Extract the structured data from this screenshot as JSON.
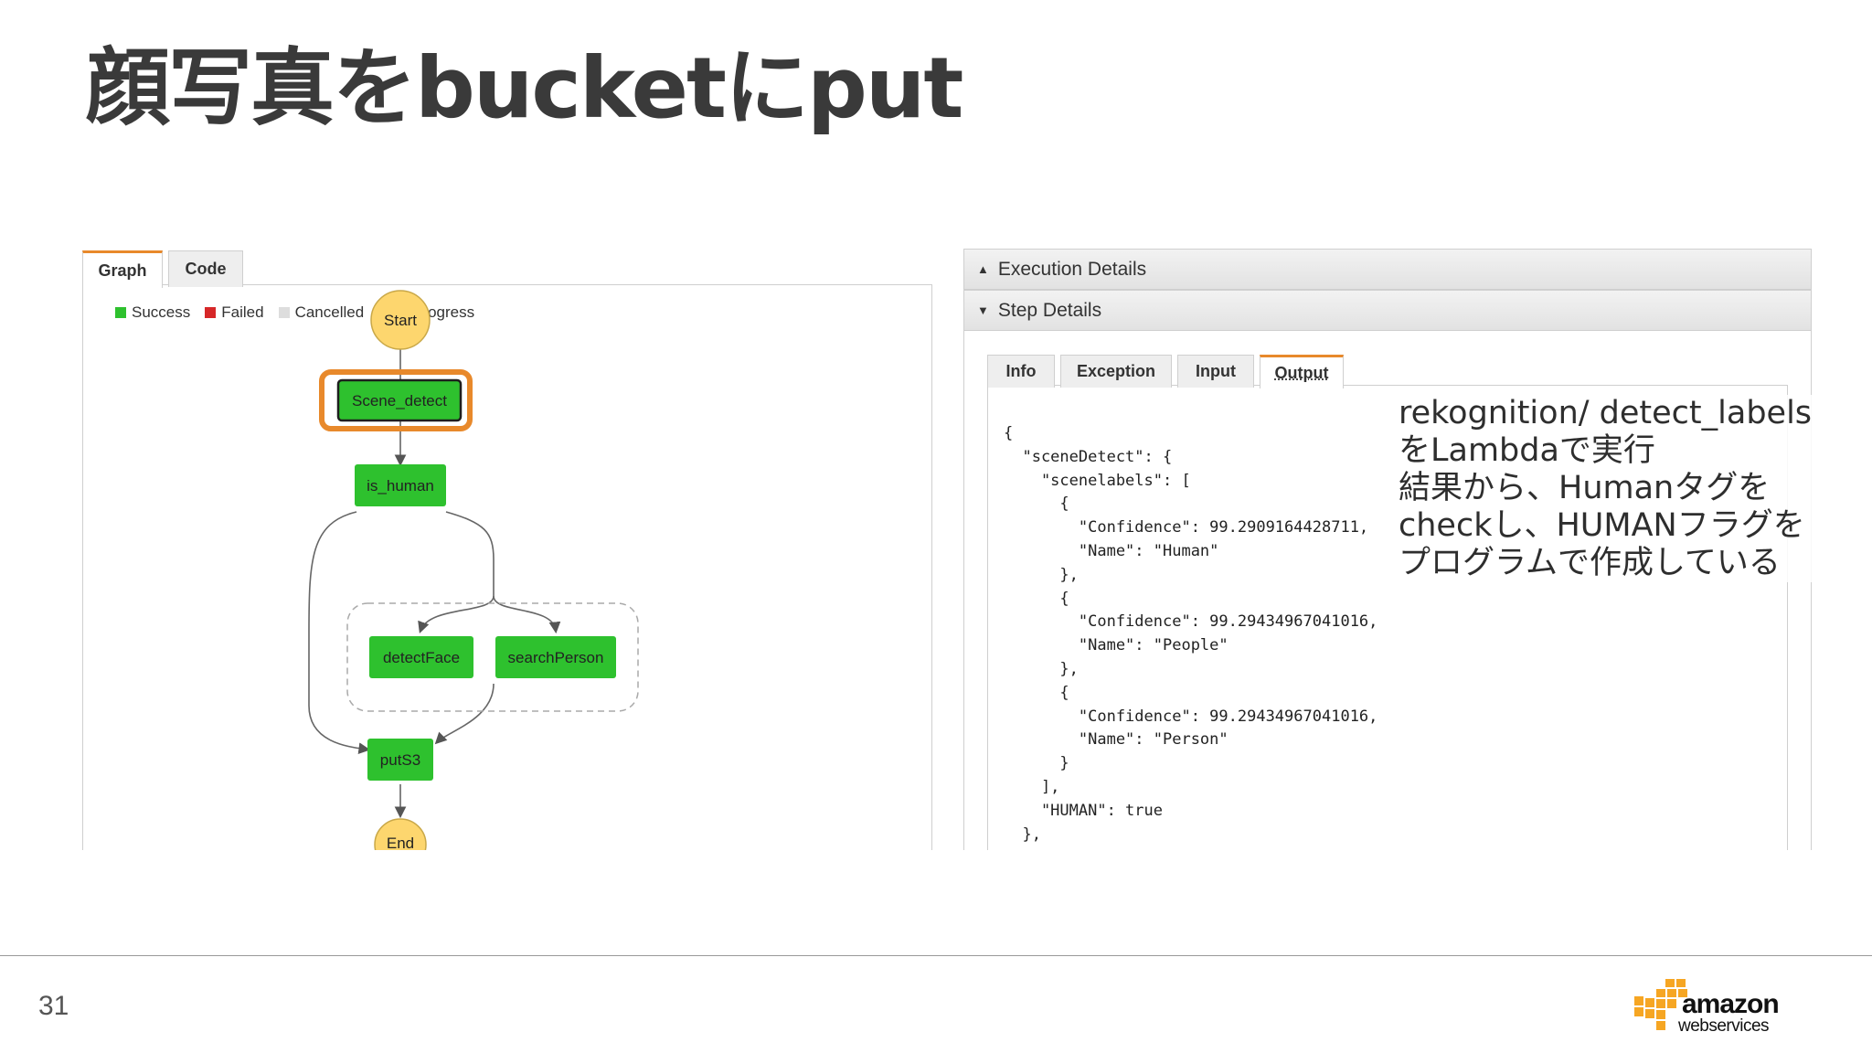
{
  "slide": {
    "title": "顔写真をbucketにput",
    "page_number": "31"
  },
  "left_panel": {
    "tabs": [
      {
        "label": "Graph",
        "active": true
      },
      {
        "label": "Code",
        "active": false
      }
    ],
    "legend": [
      {
        "label": "Success",
        "color": "#2ec12e"
      },
      {
        "label": "Failed",
        "color": "#d62728"
      },
      {
        "label": "Cancelled",
        "color": "#dddddd"
      },
      {
        "label": "In Progress",
        "color": "#3cb9e8"
      }
    ],
    "nodes": {
      "start": "Start",
      "scene_detect": "Scene_detect",
      "is_human": "is_human",
      "detect_face": "detectFace",
      "search_person": "searchPerson",
      "put_s3": "putS3",
      "end": "End"
    },
    "colors": {
      "success": "#2ec12e",
      "terminal": "#fdd66e",
      "highlight": "#e8892b"
    }
  },
  "right_panel": {
    "execution_details": "Execution Details",
    "step_details": "Step Details",
    "sub_tabs": [
      {
        "label": "Info",
        "active": false
      },
      {
        "label": "Exception",
        "active": false
      },
      {
        "label": "Input",
        "active": false
      },
      {
        "label": "Output",
        "active": true
      }
    ],
    "output_json": "{\n  \"sceneDetect\": {\n    \"scenelabels\": [\n      {\n        \"Confidence\": 99.2909164428711,\n        \"Name\": \"Human\"\n      },\n      {\n        \"Confidence\": 99.29434967041016,\n        \"Name\": \"People\"\n      },\n      {\n        \"Confidence\": 99.29434967041016,\n        \"Name\": \"Person\"\n      }\n    ],\n    \"HUMAN\": true\n  },"
  },
  "annotation": "rekognition/ detect_labels\nをLambdaで実行\n結果から、Humanタグを\ncheckし、HUMANフラグを\nプログラムで作成している",
  "logo": {
    "word1": "amazon",
    "word2": "webservices",
    "accent": "#f6a623"
  }
}
